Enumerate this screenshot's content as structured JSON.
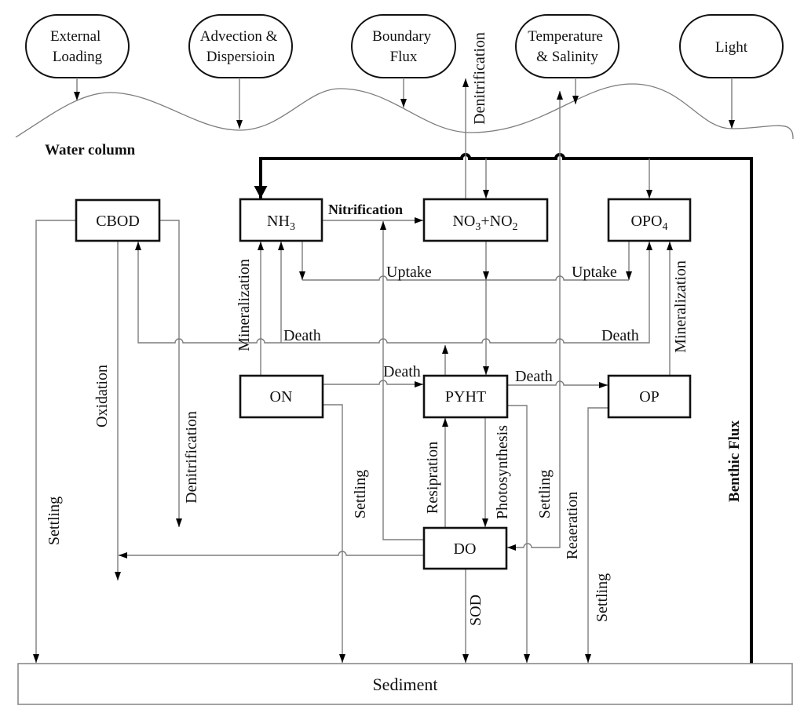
{
  "drivers": [
    {
      "id": "external_loading",
      "lines": [
        "External",
        "Loading"
      ]
    },
    {
      "id": "advection_dispersion",
      "lines": [
        "Advection &",
        "Dispersioin"
      ]
    },
    {
      "id": "boundary_flux",
      "lines": [
        "Boundary",
        "Flux"
      ]
    },
    {
      "id": "temperature_salinity",
      "lines": [
        "Temperature",
        "& Salinity"
      ]
    },
    {
      "id": "light",
      "lines": [
        "Light"
      ]
    }
  ],
  "regions": {
    "water_column": "Water column",
    "sediment": "Sediment",
    "benthic_flux": "Benthic Flux"
  },
  "state_variables": {
    "cbod": {
      "label": "CBOD"
    },
    "nh3": {
      "base": "NH",
      "sub": "3"
    },
    "no3_no2": {
      "base1": "NO",
      "sub1": "3",
      "base2": "+NO",
      "sub2": "2"
    },
    "opo4": {
      "base": "OPO",
      "sub": "4"
    },
    "on": {
      "label": "ON"
    },
    "pyht": {
      "label": "PYHT"
    },
    "op": {
      "label": "OP"
    },
    "do": {
      "label": "DO"
    }
  },
  "processes": {
    "nitrification": "Nitrification",
    "denitrification_atm": "Denitrification",
    "mineralization_n": "Mineralization",
    "death_to_nh3": "Death",
    "uptake_n": "Uptake",
    "uptake_p": "Uptake",
    "death_to_opo4": "Death",
    "mineralization_p": "Mineralization",
    "oxidation": "Oxidation",
    "denitrification_cbod": "Denitrification",
    "settling_cbod": "Settling",
    "death_on_pyht": "Death",
    "death_pyht_op": "Death",
    "settling_on": "Settling",
    "respiration": "Resipration",
    "photosynthesis": "Photosynthesis",
    "settling_pyht": "Settling",
    "reaeration": "Reaeration",
    "sod": "SOD",
    "settling_op": "Settling"
  },
  "flows": [
    {
      "from": "NH3",
      "to": "NO3+NO2",
      "process": "Nitrification"
    },
    {
      "from": "NO3+NO2",
      "to": "atmosphere",
      "process": "Denitrification"
    },
    {
      "from": "ON",
      "to": "NH3",
      "process": "Mineralization"
    },
    {
      "from": "NH3",
      "to": "PYHT",
      "process": "Uptake"
    },
    {
      "from": "NO3+NO2",
      "to": "PYHT",
      "process": "Uptake"
    },
    {
      "from": "OPO4",
      "to": "PYHT",
      "process": "Uptake"
    },
    {
      "from": "PYHT",
      "to": "CBOD / NH3 / OPO4",
      "process": "Death"
    },
    {
      "from": "OP",
      "to": "OPO4",
      "process": "Mineralization"
    },
    {
      "from": "ON",
      "to": "PYHT",
      "process": "Death"
    },
    {
      "from": "PYHT",
      "to": "OP",
      "process": "Death"
    },
    {
      "from": "DO",
      "to": "CBOD",
      "process": "Oxidation"
    },
    {
      "from": "CBOD",
      "to": "loss",
      "process": "Denitrification"
    },
    {
      "from": "CBOD",
      "to": "Sediment",
      "process": "Settling"
    },
    {
      "from": "ON",
      "to": "Sediment",
      "process": "Settling"
    },
    {
      "from": "PYHT",
      "to": "Sediment",
      "process": "Settling"
    },
    {
      "from": "OP",
      "to": "Sediment",
      "process": "Settling"
    },
    {
      "from": "DO",
      "to": "PYHT",
      "process": "Resipration"
    },
    {
      "from": "PYHT",
      "to": "DO",
      "process": "Photosynthesis"
    },
    {
      "from": "atmosphere",
      "to": "DO",
      "process": "Reaeration"
    },
    {
      "from": "DO",
      "to": "Sediment",
      "process": "SOD"
    },
    {
      "from": "Sediment",
      "to": "NH3 / NO3+NO2 / OPO4",
      "process": "Benthic Flux"
    }
  ]
}
